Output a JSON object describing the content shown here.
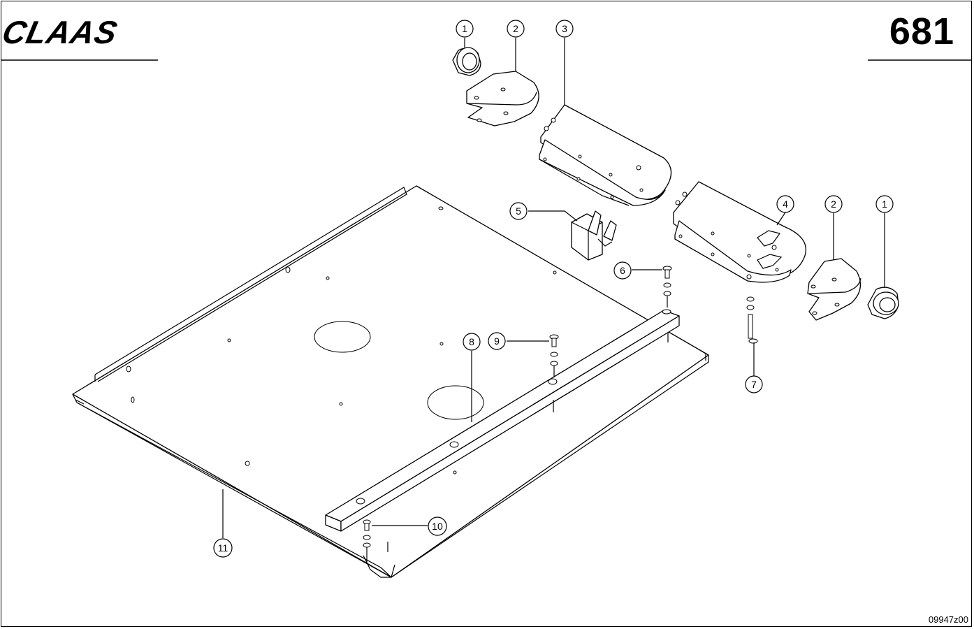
{
  "header": {
    "brand": "CLAAS",
    "page_number": "681"
  },
  "footer": {
    "drawing_code": "09947z00"
  },
  "callouts": [
    {
      "id": "c1a",
      "label": "1"
    },
    {
      "id": "c2a",
      "label": "2"
    },
    {
      "id": "c3",
      "label": "3"
    },
    {
      "id": "c4",
      "label": "4"
    },
    {
      "id": "c2b",
      "label": "2"
    },
    {
      "id": "c1b",
      "label": "1"
    },
    {
      "id": "c5",
      "label": "5"
    },
    {
      "id": "c6",
      "label": "6"
    },
    {
      "id": "c7",
      "label": "7"
    },
    {
      "id": "c8",
      "label": "8"
    },
    {
      "id": "c9",
      "label": "9"
    },
    {
      "id": "c10",
      "label": "10"
    },
    {
      "id": "c11",
      "label": "11"
    }
  ]
}
